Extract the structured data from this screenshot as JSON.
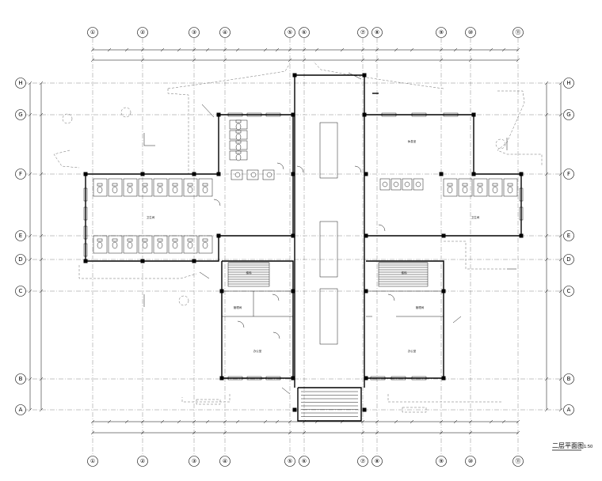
{
  "drawing": {
    "title": "二层平面图",
    "scale": "1:50",
    "grid_columns": [
      "①",
      "②",
      "③",
      "④",
      "⑤",
      "⑥",
      "⑦",
      "⑧",
      "⑨",
      "⑩",
      "⑪"
    ],
    "grid_rows": [
      "H",
      "G",
      "F",
      "E",
      "D",
      "C",
      "B",
      "A"
    ],
    "room_labels": [
      "卫生间",
      "卫生间",
      "楼梯",
      "楼梯",
      "办公室",
      "办公室",
      "管理间",
      "管理间",
      "休息室"
    ]
  }
}
